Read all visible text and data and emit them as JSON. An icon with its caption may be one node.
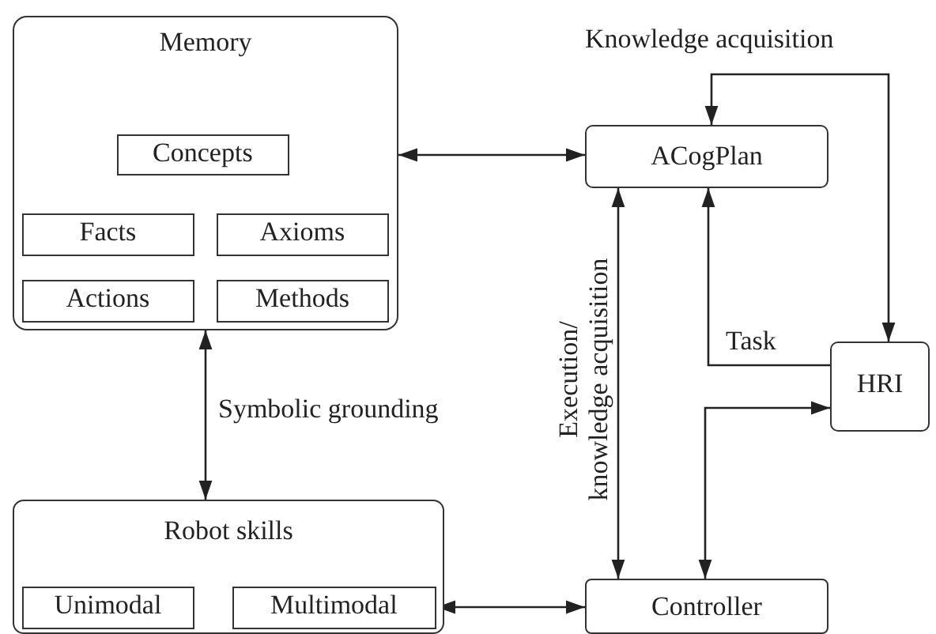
{
  "diagram": {
    "nodes": [
      {
        "text": [
          "Memory"
        ]
      },
      {
        "text": [
          "Concepts"
        ],
        "in": 0
      },
      {
        "text": [
          "Facts"
        ],
        "in": 0
      },
      {
        "text": [
          "Axioms"
        ],
        "in": 0
      },
      {
        "text": [
          "Actions"
        ],
        "in": 0
      },
      {
        "text": [
          "Methods"
        ],
        "in": 0
      },
      {
        "text": [
          "ACogPlan"
        ]
      },
      {
        "text": [
          "HRI"
        ]
      },
      {
        "text": [
          "Robot skills"
        ]
      },
      {
        "text": [
          "Unimodal"
        ],
        "in": 8
      },
      {
        "text": [
          "Multimodal"
        ],
        "in": 8
      },
      {
        "text": [
          "Controller"
        ]
      }
    ],
    "edges": [
      {
        "from": 0,
        "to": 6,
        "arrow": "both"
      },
      {
        "from": 0,
        "to": 8,
        "arrow": "both",
        "label": "Symbolic grounding"
      },
      {
        "from": 6,
        "to": 11,
        "arrow": "both",
        "label": "Execution/ knowledge acquisition"
      },
      {
        "from": 7,
        "to": 6,
        "arrow": "to",
        "label": "Task"
      },
      {
        "from": 6,
        "to": 7,
        "arrow": "both",
        "label": "Knowledge acquisition"
      },
      {
        "from": 11,
        "to": 7,
        "arrow": "both"
      },
      {
        "from": 10,
        "to": 11,
        "arrow": "both"
      }
    ]
  }
}
